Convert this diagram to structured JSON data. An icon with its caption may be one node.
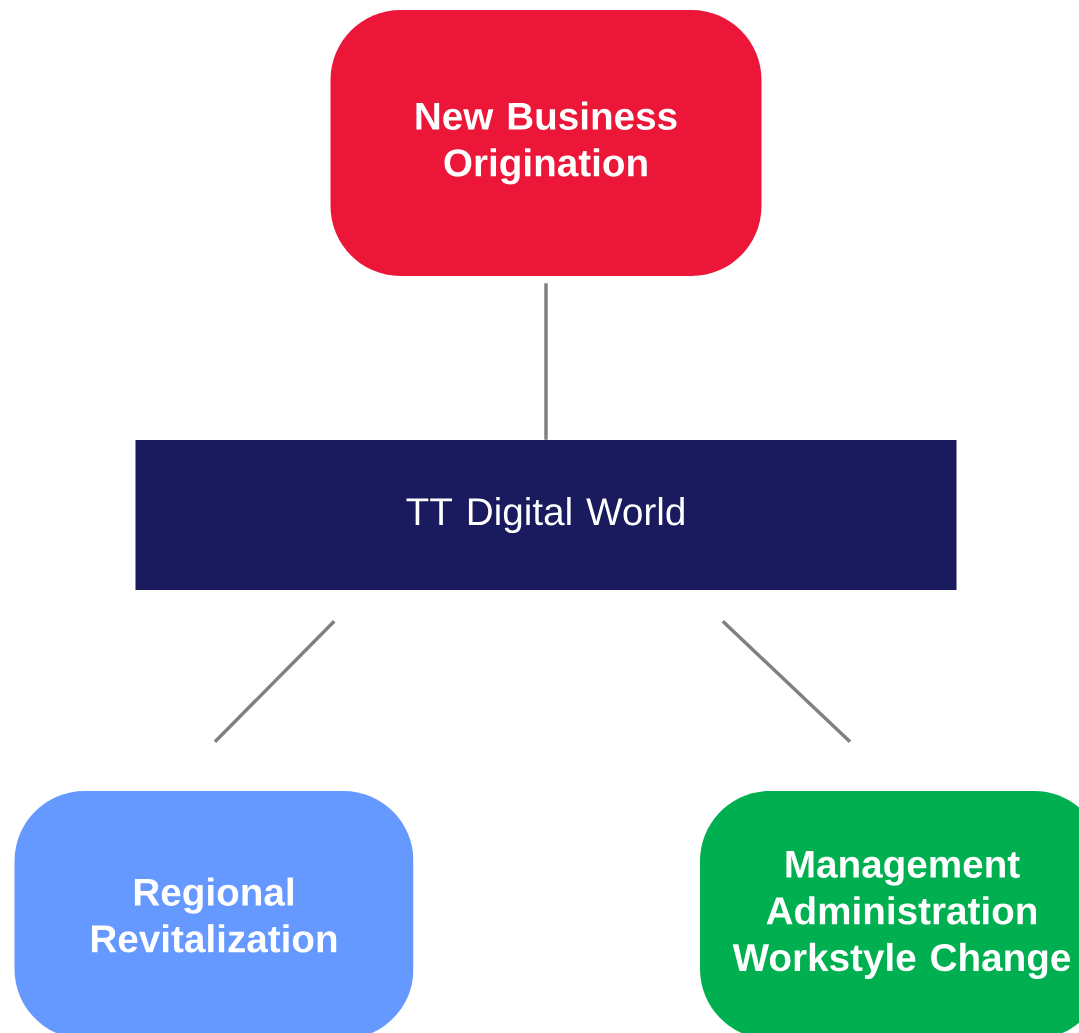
{
  "diagram": {
    "nodes": [
      {
        "text": [
          "New Business Origination"
        ]
      },
      {
        "text": [
          "TT Digital World"
        ]
      },
      {
        "text": [
          "Regional Revitalization"
        ]
      },
      {
        "text": [
          "Management Administration Workstyle Change"
        ]
      }
    ],
    "edges": [
      {
        "from": 0,
        "to": 1,
        "arrow": "none"
      },
      {
        "from": 1,
        "to": 2,
        "arrow": "none"
      },
      {
        "from": 1,
        "to": 3,
        "arrow": "none"
      }
    ]
  }
}
